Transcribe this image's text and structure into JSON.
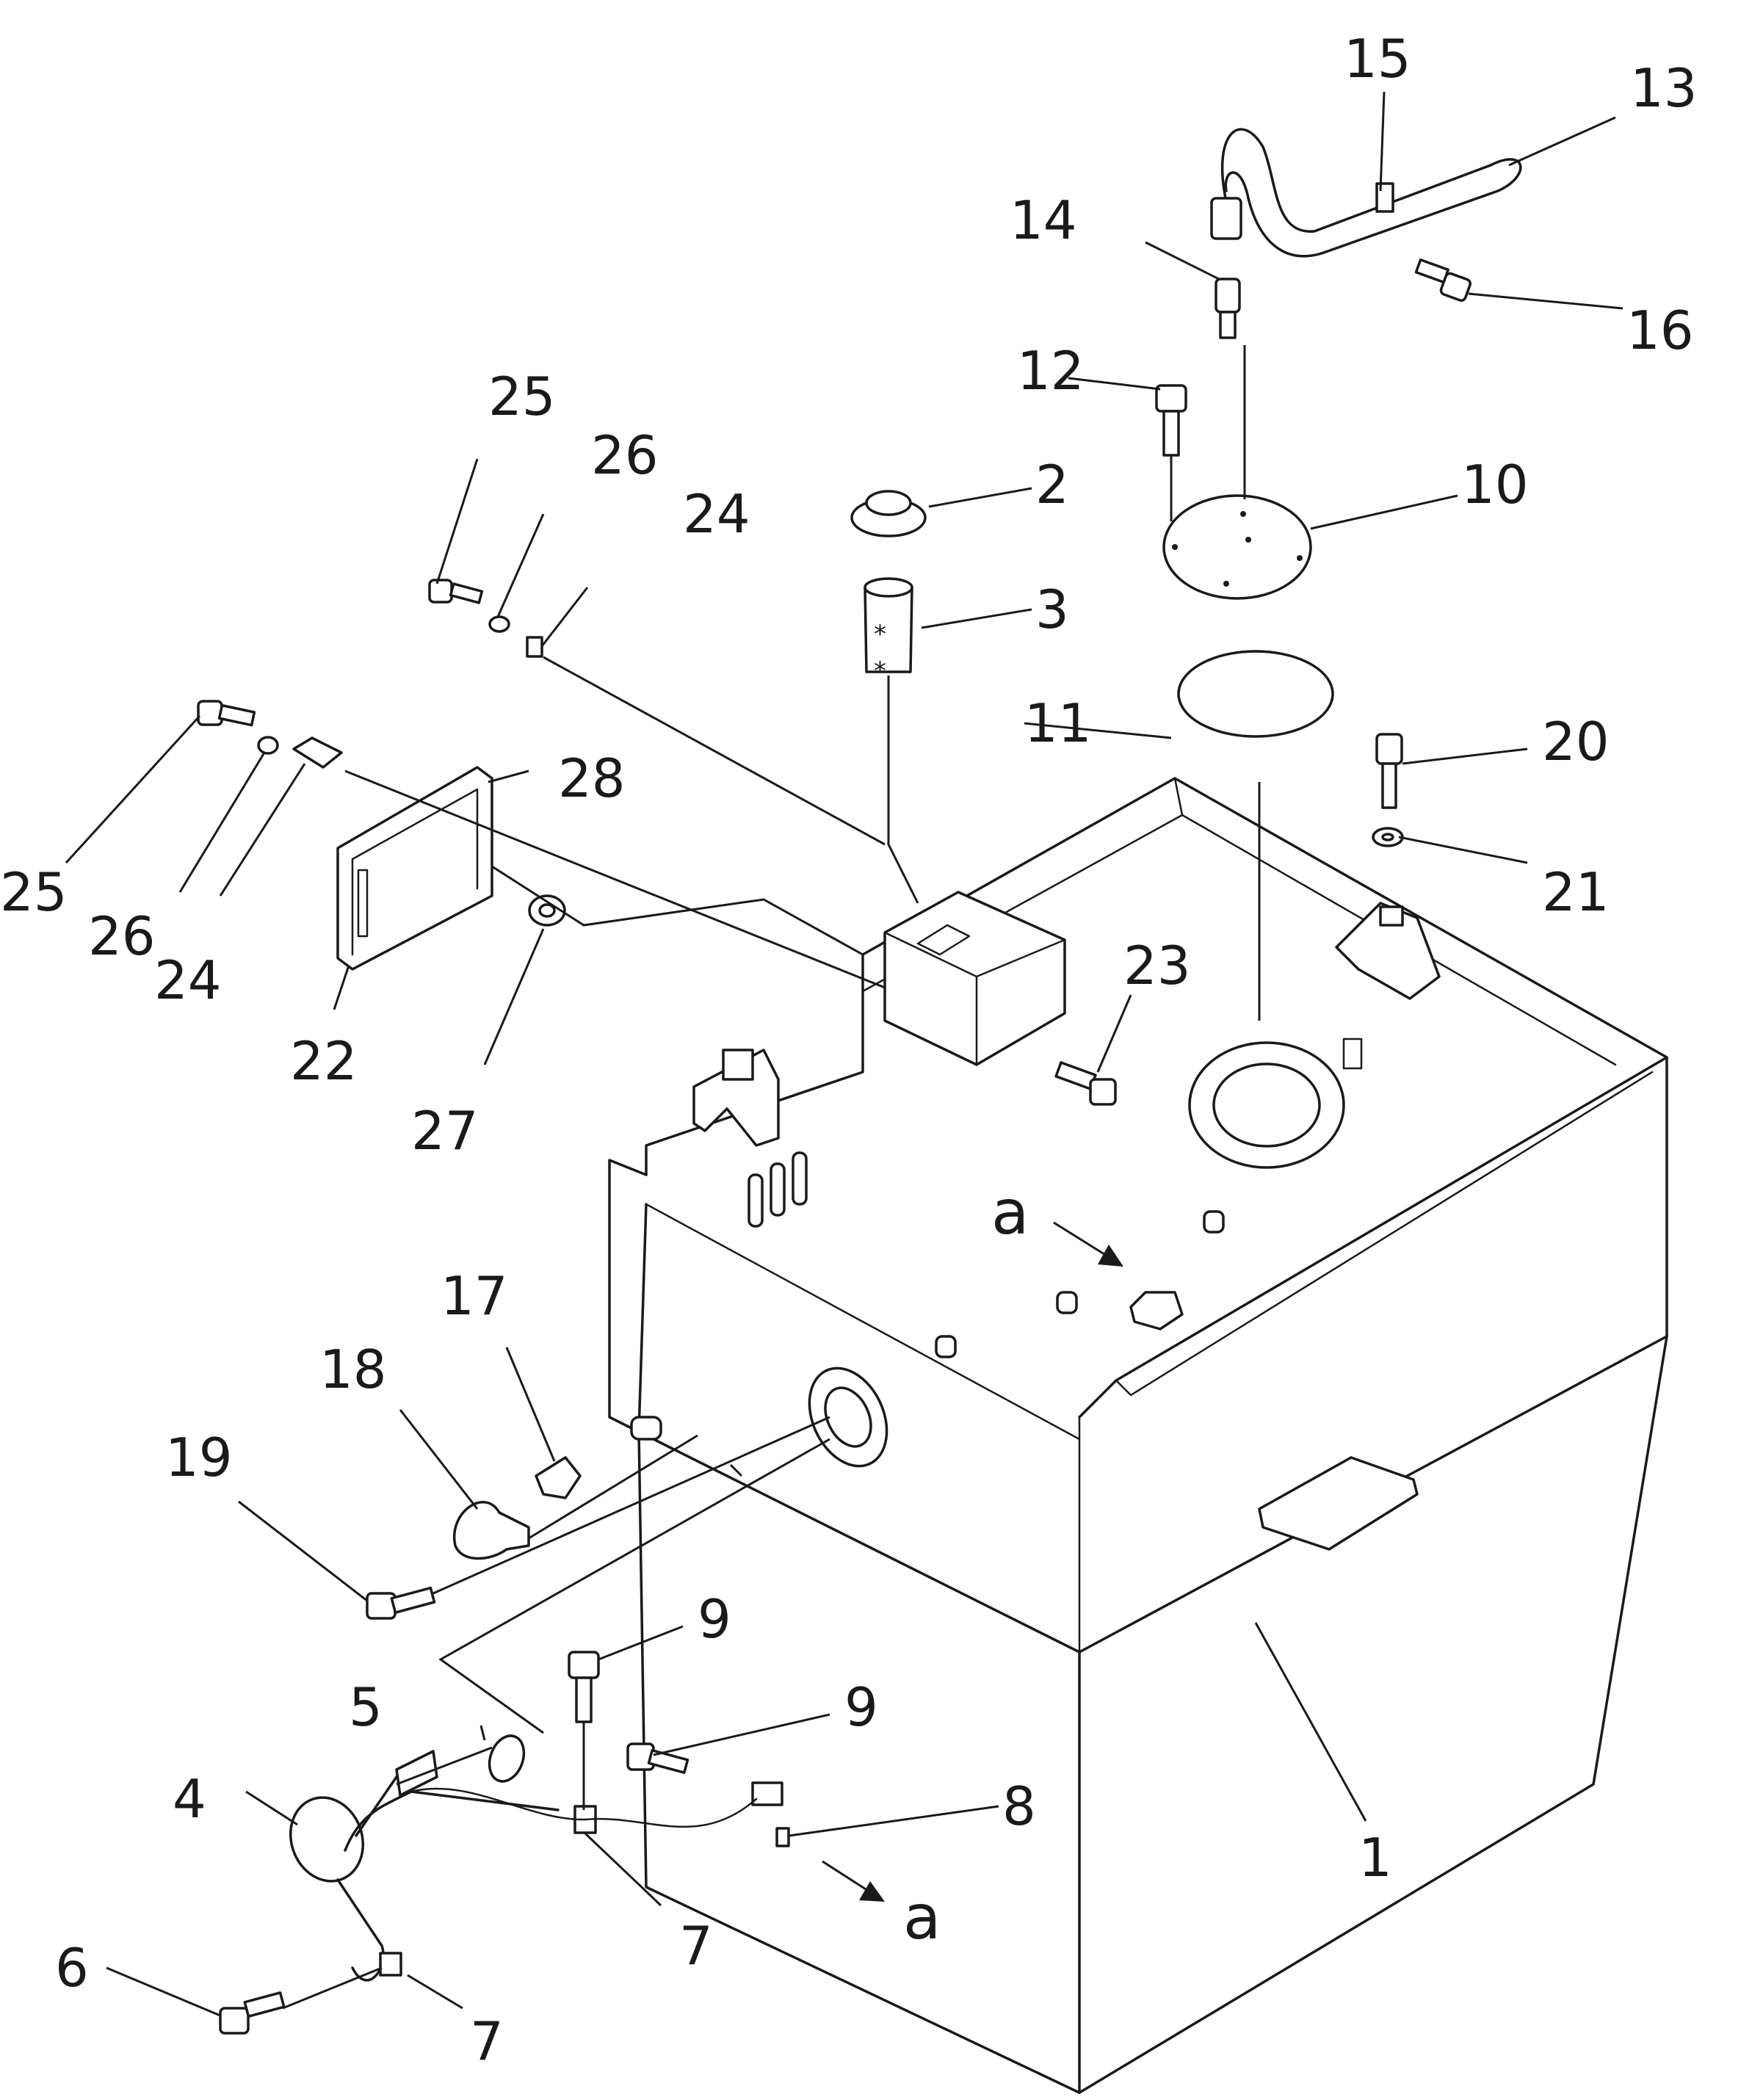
{
  "callouts": [
    {
      "id": "c1",
      "text": "1"
    },
    {
      "id": "c2",
      "text": "2"
    },
    {
      "id": "c3",
      "text": "3"
    },
    {
      "id": "c4",
      "text": "4"
    },
    {
      "id": "c5",
      "text": "5"
    },
    {
      "id": "c6",
      "text": "6"
    },
    {
      "id": "c7a",
      "text": "7"
    },
    {
      "id": "c7b",
      "text": "7"
    },
    {
      "id": "c8",
      "text": "8"
    },
    {
      "id": "c9a",
      "text": "9"
    },
    {
      "id": "c9b",
      "text": "9"
    },
    {
      "id": "c10",
      "text": "10"
    },
    {
      "id": "c11",
      "text": "11"
    },
    {
      "id": "c12",
      "text": "12"
    },
    {
      "id": "c13",
      "text": "13"
    },
    {
      "id": "c14",
      "text": "14"
    },
    {
      "id": "c15",
      "text": "15"
    },
    {
      "id": "c16",
      "text": "16"
    },
    {
      "id": "c17",
      "text": "17"
    },
    {
      "id": "c18",
      "text": "18"
    },
    {
      "id": "c19",
      "text": "19"
    },
    {
      "id": "c20",
      "text": "20"
    },
    {
      "id": "c21",
      "text": "21"
    },
    {
      "id": "c22",
      "text": "22"
    },
    {
      "id": "c23",
      "text": "23"
    },
    {
      "id": "c24a",
      "text": "24"
    },
    {
      "id": "c24b",
      "text": "24"
    },
    {
      "id": "c25a",
      "text": "25"
    },
    {
      "id": "c25b",
      "text": "25"
    },
    {
      "id": "c26a",
      "text": "26"
    },
    {
      "id": "c26b",
      "text": "26"
    },
    {
      "id": "c27",
      "text": "27"
    },
    {
      "id": "c28",
      "text": "28"
    }
  ],
  "view_markers": [
    {
      "id": "a1",
      "text": "a"
    },
    {
      "id": "a2",
      "text": "a"
    }
  ]
}
